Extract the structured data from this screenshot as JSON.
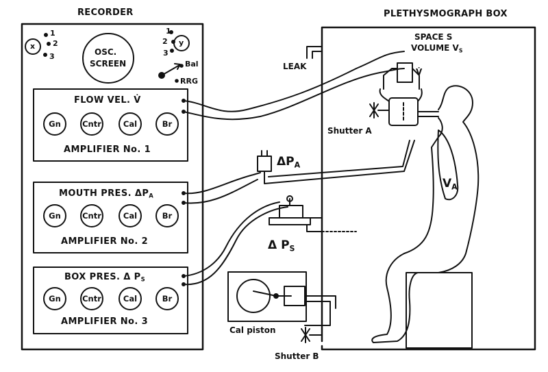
{
  "recorder": {
    "title": "RECORDER",
    "osc_screen": [
      "OSC.",
      "SCREEN"
    ],
    "x_selector": {
      "label": "x",
      "positions": [
        "1",
        "2",
        "3"
      ]
    },
    "y_selector": {
      "label": "y",
      "positions": [
        "1",
        "2",
        "3"
      ]
    },
    "bal_label": "Bal",
    "rrg_label": "RRG",
    "amplifiers": [
      {
        "signal": "FLOW VEL. V̇",
        "name": "AMPLIFIER No. 1",
        "knobs": [
          "Gn",
          "Cntr",
          "Cal",
          "Br"
        ]
      },
      {
        "signal": "MOUTH PRES. ΔP",
        "signal_sub": "A",
        "name": "AMPLIFIER No. 2",
        "knobs": [
          "Gn",
          "Cntr",
          "Cal",
          "Br"
        ]
      },
      {
        "signal": "BOX PRES. Δ P",
        "signal_sub": "S",
        "name": "AMPLIFIER No. 3",
        "knobs": [
          "Gn",
          "Cntr",
          "Cal",
          "Br"
        ]
      }
    ]
  },
  "box": {
    "title": "PLETHYSMOGRAPH BOX",
    "space": "SPACE  S",
    "volume": "VOLUME  V",
    "volume_sub": "S",
    "leak": "LEAK",
    "flow_symbol": "V̇",
    "shutter_a": "Shutter A",
    "alveolar": "V",
    "alveolar_sub": "A"
  },
  "transducers": {
    "mouth": "ΔP",
    "mouth_sub": "A",
    "box": "Δ P",
    "box_sub": "S"
  },
  "cal_piston": "Cal piston",
  "shutter_b": "Shutter B"
}
